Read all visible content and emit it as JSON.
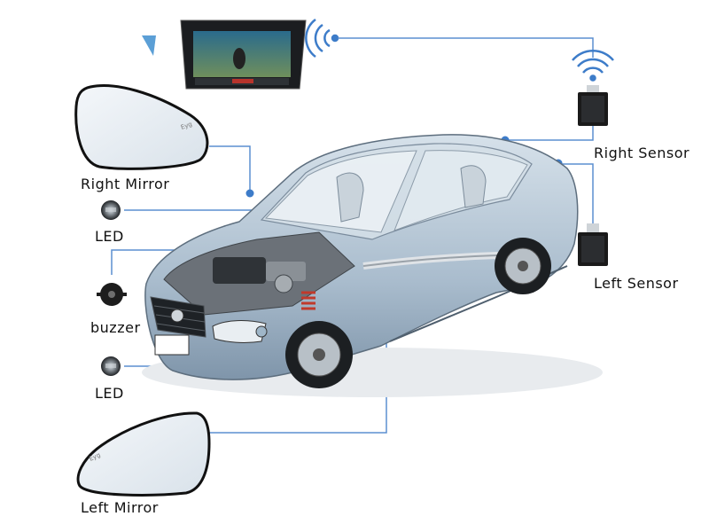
{
  "labels": {
    "right_mirror": "Right Mirror",
    "led_top": "LED",
    "buzzer": "buzzer",
    "led_bottom": "LED",
    "left_mirror": "Left Mirror",
    "right_sensor": "Right Sensor",
    "left_sensor": "Left Sensor"
  },
  "colors": {
    "connector_line": "#5b8fd0",
    "connector_dot": "#3d7cc9",
    "car_body": "#b9c9d8",
    "sensor_body": "#1a1a1a",
    "wifi_signal": "#3d7cc9"
  },
  "icons": [
    "head-unit-screen",
    "wifi-signal-icon",
    "mirror-icon",
    "led-indicator-icon",
    "buzzer-icon",
    "sensor-module-icon",
    "car-cutaway-illustration"
  ]
}
